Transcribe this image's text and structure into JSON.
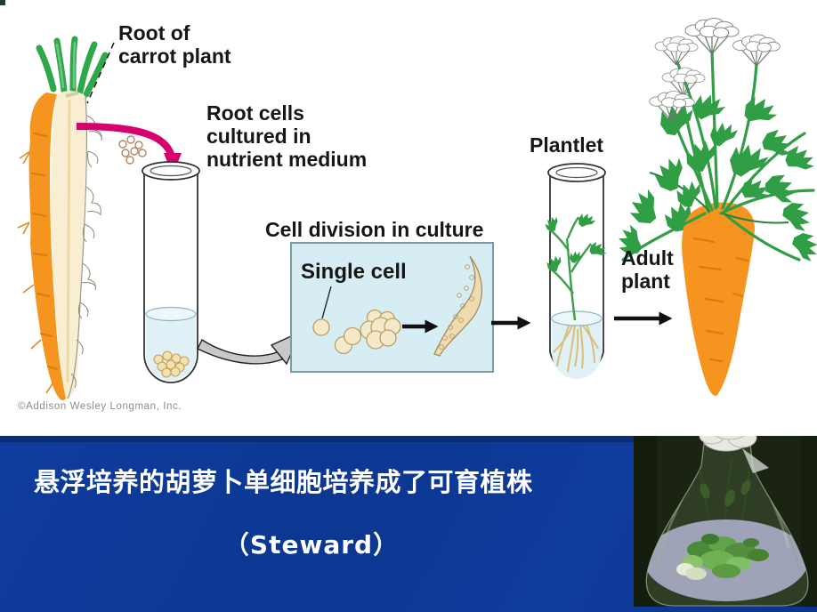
{
  "slide": {
    "credit": "©Addison Wesley Longman, Inc.",
    "caption": {
      "line1": "悬浮培养的胡萝卜单细胞培养成了可育植株",
      "line2": "（Steward）"
    }
  },
  "diagram": {
    "labels": {
      "root_of_carrot_plant": "Root of\ncarrot plant",
      "root_cells_cultured": "Root cells\ncultured in\nnutrient medium",
      "cell_division_in_culture": "Cell division in culture",
      "single_cell": "Single cell",
      "plantlet": "Plantlet",
      "adult_plant": "Adult\nplant"
    }
  },
  "colors": {
    "band_blue": "#0d3a97",
    "band_blue_dark_edge": "#0a2c74",
    "caption_text": "#ffffff",
    "label_text": "#161616",
    "culture_box_blue": "#d6edf4",
    "carrot_orange": "#f5941f",
    "carrot_flesh_cream": "#f9eed2",
    "leaf_green": "#2f9e45",
    "transfer_arrow_magenta": "#d6006e",
    "swoosh_arrow_gray": "#c8c8c8",
    "tube_liquid_blue": "#dff0f6",
    "cell_clump_tan": "#f2e2b2",
    "credit_gray": "#8f8d88"
  }
}
